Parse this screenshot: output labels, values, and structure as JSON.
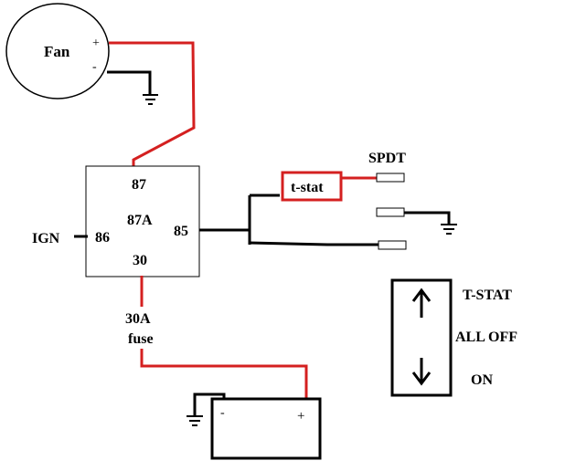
{
  "fan": {
    "label": "Fan",
    "plus": "+",
    "minus": "-"
  },
  "relay": {
    "pin_87": "87",
    "pin_87a": "87A",
    "pin_86": "86",
    "pin_85": "85",
    "pin_30": "30"
  },
  "ign": {
    "label": "IGN"
  },
  "tstat": {
    "label": "t-stat"
  },
  "spdt": {
    "label": "SPDT"
  },
  "fuse": {
    "line1": "30A",
    "line2": "fuse"
  },
  "battery": {
    "minus": "-",
    "plus": "+"
  },
  "switch_panel": {
    "top_label": "T-STAT",
    "middle_label": "ALL OFF",
    "bottom_label": "ON",
    "up_arrow": "↑",
    "down_arrow": "↓"
  },
  "colors": {
    "power_wire": "#d42020",
    "ground_wire": "#000000",
    "outline": "#000000"
  }
}
